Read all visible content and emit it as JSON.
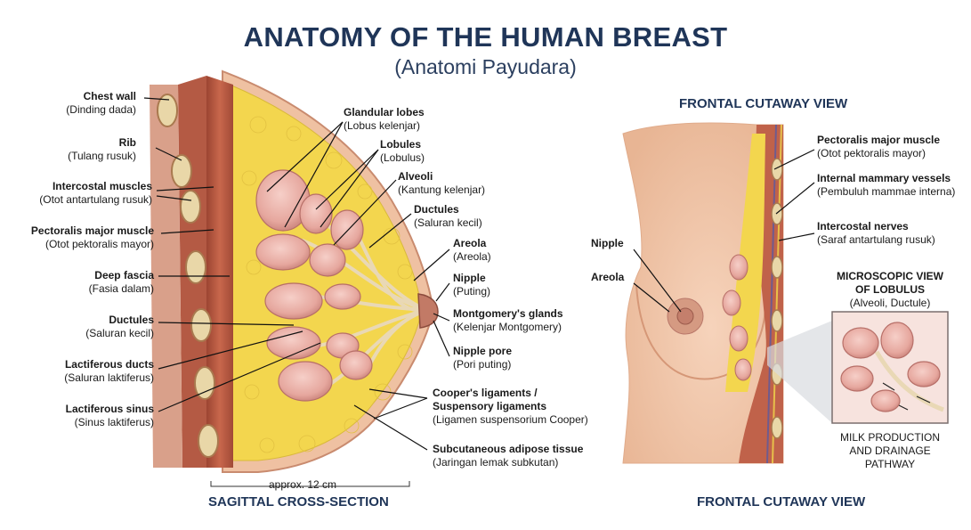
{
  "title": "ANATOMY OF THE HUMAN BREAST",
  "subtitle": "(Anatomi Payudara)",
  "left_labels": [
    {
      "main": "Chest wall",
      "sub": "(Dinding dada)"
    },
    {
      "main": "Rib",
      "sub": "(Tulang rusuk)"
    },
    {
      "main": "Intercostal muscles",
      "sub": "(Otot antartulang rusuk)"
    },
    {
      "main": "Pectoralis major muscle",
      "sub": "(Otot pektoralis mayor)"
    },
    {
      "main": "Deep fascia",
      "sub": "(Fasia dalam)"
    },
    {
      "main": "Ductules",
      "sub": "(Saluran kecil)"
    },
    {
      "main": "Lactiferous ducts",
      "sub": "(Saluran laktiferus)"
    },
    {
      "main": "Lactiferous sinus",
      "sub": "(Sinus laktiferus)"
    }
  ],
  "center_labels": [
    {
      "main": "Glandular lobes",
      "sub": "(Lobus kelenjar)"
    },
    {
      "main": "Lobules",
      "sub": "(Lobulus)"
    },
    {
      "main": "Alveoli",
      "sub": "(Kantung kelenjar)"
    },
    {
      "main": "Ductules",
      "sub": "(Saluran kecil)"
    },
    {
      "main": "Areola",
      "sub": "(Areola)"
    },
    {
      "main": "Nipple",
      "sub": "(Puting)"
    },
    {
      "main": "Montgomery's glands",
      "sub": "(Kelenjar Montgomery)"
    },
    {
      "main": "Nipple pore",
      "sub": "(Pori puting)"
    },
    {
      "main": "Cooper's ligaments /",
      "main2": "Suspensory ligaments",
      "sub": "(Ligamen suspensorium Cooper)"
    },
    {
      "main": "Subcutaneous adipose tissue",
      "sub": "(Jaringan lemak subkutan)"
    }
  ],
  "scale_label": "approx. 12 cm",
  "sagittal_caption": "SAGITTAL CROSS-SECTION",
  "frontal_title": "FRONTAL CUTAWAY VIEW",
  "frontal_caption": "FRONTAL CUTAWAY VIEW",
  "frontal_left_labels": [
    "Nipple",
    "Areola"
  ],
  "frontal_right_labels": [
    {
      "main": "Pectoralis major muscle",
      "sub": "(Otot pektoralis mayor)"
    },
    {
      "main": "Internal mammary vessels",
      "sub": "(Pembuluh mammae interna)"
    },
    {
      "main": "Intercostal nerves",
      "sub": "(Saraf antartulang rusuk)"
    }
  ],
  "micro": {
    "title1": "MICROSCOPIC VIEW",
    "title2": "OF LOBULUS",
    "sub": "(Alveoli, Ductule)",
    "caption1": "MILK PRODUCTION",
    "caption2": "AND DRAINAGE",
    "caption3": "PATHWAY"
  },
  "colors": {
    "title": "#1f3558",
    "skin": "#f2c5a6",
    "fat": "#f3d64e",
    "muscle": "#b8573f",
    "lobule": "#e7a9a1",
    "leader": "#111111"
  }
}
